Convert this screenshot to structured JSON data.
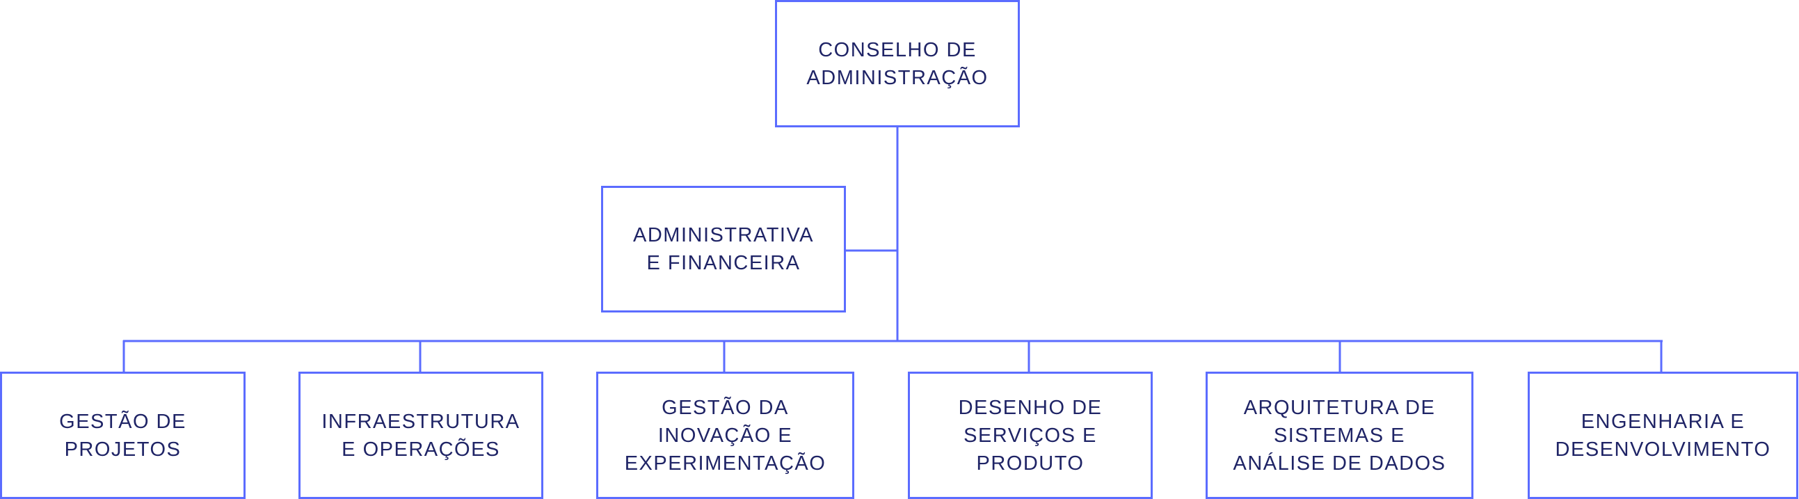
{
  "colors": {
    "line": "#5b6cff",
    "text": "#1f2466"
  },
  "root": {
    "label": "CONSELHO DE\nADMINISTRAÇÃO"
  },
  "side": {
    "label": "ADMINISTRATIVA\nE FINANCEIRA"
  },
  "departments": [
    {
      "label": "GESTÃO DE\nPROJETOS"
    },
    {
      "label": "INFRAESTRUTURA\nE OPERAÇÕES"
    },
    {
      "label": "GESTÃO DA\nINOVAÇÃO E\nEXPERIMENTAÇÃO"
    },
    {
      "label": "DESENHO DE\nSERVIÇOS E\nPRODUTO"
    },
    {
      "label": "ARQUITETURA DE\nSISTEMAS E\nANÁLISE DE DADOS"
    },
    {
      "label": "ENGENHARIA E\nDESENVOLVIMENTO"
    }
  ]
}
